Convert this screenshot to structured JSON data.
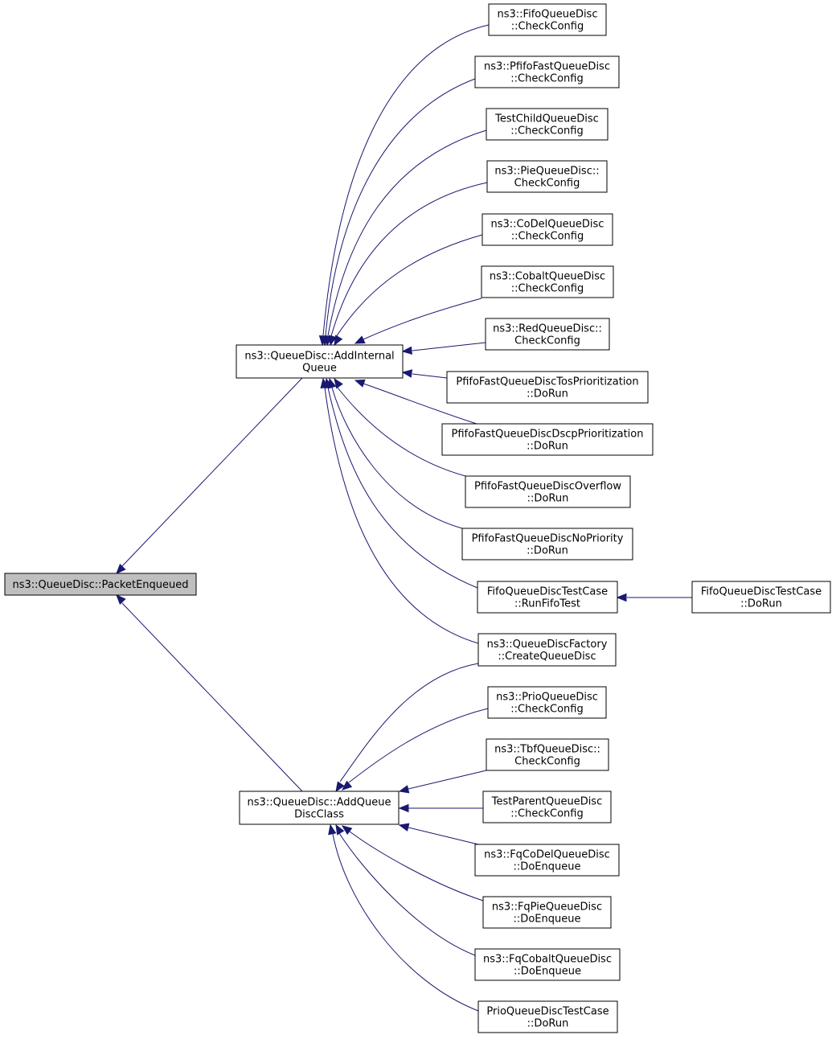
{
  "graph": {
    "title": "",
    "colors": {
      "edge": "#191970",
      "node_border": "#000000",
      "root_fill": "#bfbfbf",
      "node_fill": "#ffffff"
    },
    "nodes": [
      {
        "id": "n0",
        "lines": [
          "ns3::QueueDisc::PacketEnqueued"
        ],
        "highlighted": true
      },
      {
        "id": "n1",
        "lines": [
          "ns3::QueueDisc::AddInternal",
          "Queue"
        ]
      },
      {
        "id": "n2",
        "lines": [
          "ns3::QueueDisc::AddQueue",
          "DiscClass"
        ]
      },
      {
        "id": "n3",
        "lines": [
          "ns3::FifoQueueDisc",
          "::CheckConfig"
        ]
      },
      {
        "id": "n4",
        "lines": [
          "ns3::PfifoFastQueueDisc",
          "::CheckConfig"
        ]
      },
      {
        "id": "n5",
        "lines": [
          "TestChildQueueDisc",
          "::CheckConfig"
        ]
      },
      {
        "id": "n6",
        "lines": [
          "ns3::PieQueueDisc::",
          "CheckConfig"
        ]
      },
      {
        "id": "n7",
        "lines": [
          "ns3::CoDelQueueDisc",
          "::CheckConfig"
        ]
      },
      {
        "id": "n8",
        "lines": [
          "ns3::CobaltQueueDisc",
          "::CheckConfig"
        ]
      },
      {
        "id": "n9",
        "lines": [
          "ns3::RedQueueDisc::",
          "CheckConfig"
        ]
      },
      {
        "id": "n10",
        "lines": [
          "PfifoFastQueueDiscTosPrioritization",
          "::DoRun"
        ]
      },
      {
        "id": "n11",
        "lines": [
          "PfifoFastQueueDiscDscpPrioritization",
          "::DoRun"
        ]
      },
      {
        "id": "n12",
        "lines": [
          "PfifoFastQueueDiscOverflow",
          "::DoRun"
        ]
      },
      {
        "id": "n13",
        "lines": [
          "PfifoFastQueueDiscNoPriority",
          "::DoRun"
        ]
      },
      {
        "id": "n14",
        "lines": [
          "FifoQueueDiscTestCase",
          "::RunFifoTest"
        ]
      },
      {
        "id": "n15",
        "lines": [
          "FifoQueueDiscTestCase",
          "::DoRun"
        ]
      },
      {
        "id": "n16",
        "lines": [
          "ns3::QueueDiscFactory",
          "::CreateQueueDisc"
        ]
      },
      {
        "id": "n17",
        "lines": [
          "ns3::PrioQueueDisc",
          "::CheckConfig"
        ]
      },
      {
        "id": "n18",
        "lines": [
          "ns3::TbfQueueDisc::",
          "CheckConfig"
        ]
      },
      {
        "id": "n19",
        "lines": [
          "TestParentQueueDisc",
          "::CheckConfig"
        ]
      },
      {
        "id": "n20",
        "lines": [
          "ns3::FqCoDelQueueDisc",
          "::DoEnqueue"
        ]
      },
      {
        "id": "n21",
        "lines": [
          "ns3::FqPieQueueDisc",
          "::DoEnqueue"
        ]
      },
      {
        "id": "n22",
        "lines": [
          "ns3::FqCobaltQueueDisc",
          "::DoEnqueue"
        ]
      },
      {
        "id": "n23",
        "lines": [
          "PrioQueueDiscTestCase",
          "::DoRun"
        ]
      }
    ],
    "edges": [
      {
        "from": "n1",
        "to": "n0"
      },
      {
        "from": "n2",
        "to": "n0"
      },
      {
        "from": "n3",
        "to": "n1"
      },
      {
        "from": "n4",
        "to": "n1"
      },
      {
        "from": "n5",
        "to": "n1"
      },
      {
        "from": "n6",
        "to": "n1"
      },
      {
        "from": "n7",
        "to": "n1"
      },
      {
        "from": "n8",
        "to": "n1"
      },
      {
        "from": "n9",
        "to": "n1"
      },
      {
        "from": "n10",
        "to": "n1"
      },
      {
        "from": "n11",
        "to": "n1"
      },
      {
        "from": "n12",
        "to": "n1"
      },
      {
        "from": "n13",
        "to": "n1"
      },
      {
        "from": "n14",
        "to": "n1"
      },
      {
        "from": "n16",
        "to": "n1"
      },
      {
        "from": "n15",
        "to": "n14"
      },
      {
        "from": "n16",
        "to": "n2"
      },
      {
        "from": "n17",
        "to": "n2"
      },
      {
        "from": "n18",
        "to": "n2"
      },
      {
        "from": "n19",
        "to": "n2"
      },
      {
        "from": "n20",
        "to": "n2"
      },
      {
        "from": "n21",
        "to": "n2"
      },
      {
        "from": "n22",
        "to": "n2"
      },
      {
        "from": "n23",
        "to": "n2"
      }
    ]
  }
}
